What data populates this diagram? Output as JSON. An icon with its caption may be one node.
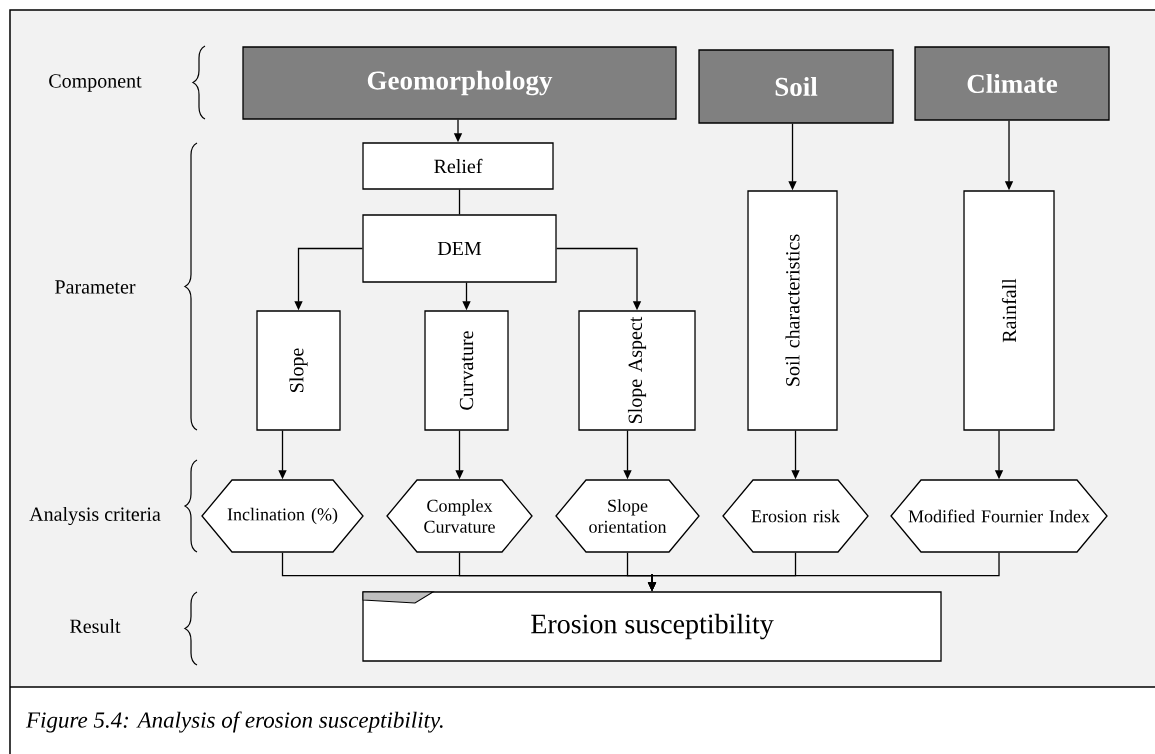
{
  "diagram": {
    "caption": "Figure 5.4: Analysis of erosion susceptibility.",
    "nodes": [
      {
        "text": [
          "Geomorphology"
        ]
      },
      {
        "text": [
          "Soil"
        ]
      },
      {
        "text": [
          "Climate"
        ]
      },
      {
        "text": [
          "Relief"
        ]
      },
      {
        "text": [
          "DEM"
        ]
      },
      {
        "text": [
          "Slope"
        ]
      },
      {
        "text": [
          "Curvature"
        ]
      },
      {
        "text": [
          "Slope Aspect"
        ]
      },
      {
        "text": [
          "Soil characteristics"
        ]
      },
      {
        "text": [
          "Rainfall"
        ]
      },
      {
        "text": [
          "Inclination (%)"
        ]
      },
      {
        "text": [
          "Complex Curvature"
        ]
      },
      {
        "text": [
          "Slope orientation"
        ]
      },
      {
        "text": [
          "Erosion risk"
        ]
      },
      {
        "text": [
          "Modified Fournier Index"
        ]
      },
      {
        "text": [
          "Erosion susceptibility"
        ]
      }
    ],
    "edges": [
      {
        "from": 0,
        "to": 3,
        "arrow": "to"
      },
      {
        "from": 3,
        "to": 4,
        "arrow": "none"
      },
      {
        "from": 4,
        "to": 5,
        "arrow": "to"
      },
      {
        "from": 4,
        "to": 6,
        "arrow": "to"
      },
      {
        "from": 4,
        "to": 7,
        "arrow": "to"
      },
      {
        "from": 1,
        "to": 8,
        "arrow": "to"
      },
      {
        "from": 2,
        "to": 9,
        "arrow": "to"
      },
      {
        "from": 5,
        "to": 10,
        "arrow": "to"
      },
      {
        "from": 6,
        "to": 11,
        "arrow": "to"
      },
      {
        "from": 7,
        "to": 12,
        "arrow": "to"
      },
      {
        "from": 8,
        "to": 13,
        "arrow": "to"
      },
      {
        "from": 9,
        "to": 14,
        "arrow": "to"
      },
      {
        "from": 10,
        "to": 15,
        "arrow": "to"
      },
      {
        "from": 11,
        "to": 15,
        "arrow": "to"
      },
      {
        "from": 12,
        "to": 15,
        "arrow": "to"
      },
      {
        "from": 13,
        "to": 15,
        "arrow": "to"
      },
      {
        "from": 14,
        "to": 15,
        "arrow": "to"
      }
    ],
    "labels": [
      "Component",
      "Parameter",
      "Analysis criteria",
      "Result"
    ]
  }
}
